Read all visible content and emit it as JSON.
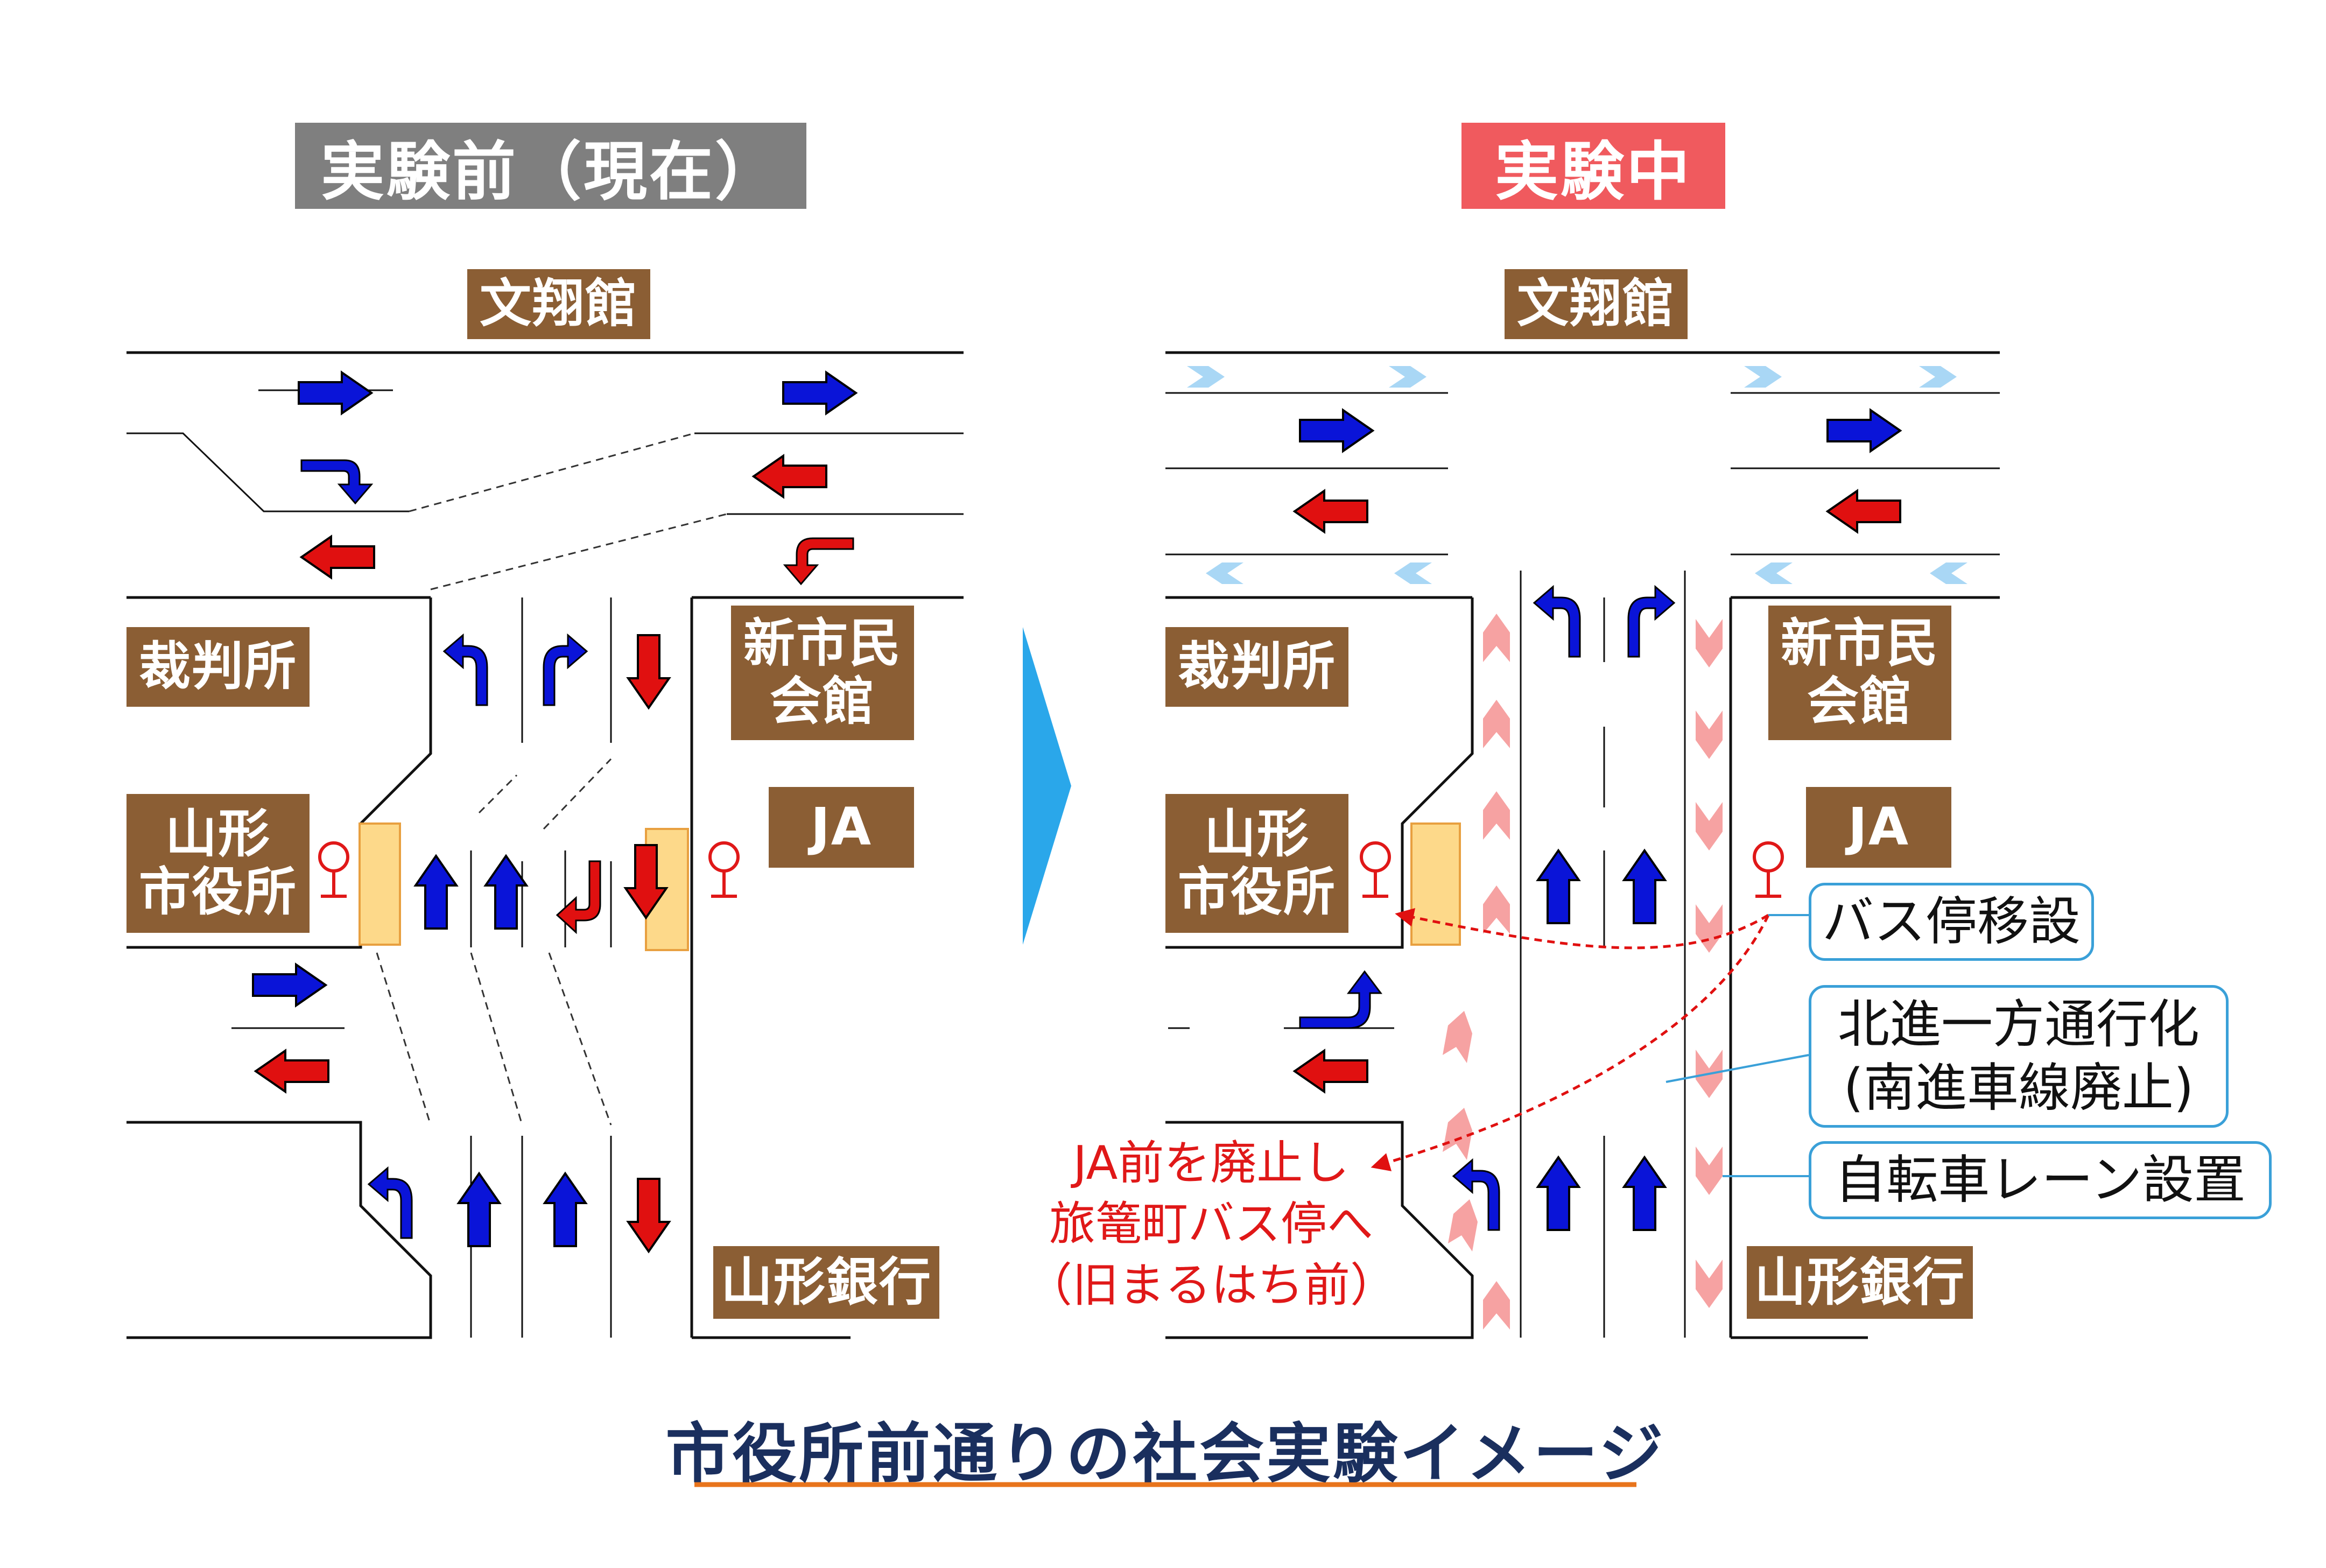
{
  "panels": {
    "before": {
      "heading": "実験前（現在）",
      "heading_bg": "#7f7f7f",
      "places": {
        "top": "文翔館",
        "court": "裁判所",
        "city_hall_line1": "山形",
        "city_hall_line2": "市役所",
        "civic_line1": "新市民",
        "civic_line2": "会館",
        "ja": "JA",
        "bank": "山形銀行"
      }
    },
    "during": {
      "heading": "実験中",
      "heading_bg": "#f05a5e",
      "places": {
        "top": "文翔館",
        "court": "裁判所",
        "city_hall_line1": "山形",
        "city_hall_line2": "市役所",
        "civic_line1": "新市民",
        "civic_line2": "会館",
        "ja": "JA",
        "bank": "山形銀行"
      },
      "callouts": {
        "bus_stop_move": "バス停移設",
        "one_way_line1": "北進一方通行化",
        "one_way_line2": "(南進車線廃止)",
        "bike_lane": "自転車レーン設置"
      },
      "note_lines": [
        "JA前を廃止し",
        "旅篭町バス停へ",
        "（旧まるはち前）"
      ]
    }
  },
  "caption": "市役所前通りの社会実験イメージ",
  "colors": {
    "place_bg": "#8b5e34",
    "arrow_blue": "#0a14d8",
    "arrow_red": "#e01010",
    "bus_stop": "#fdd98a",
    "bike_chevron": "#f6a2a2",
    "road_chevron": "#a9d7f5",
    "transition_arrow": "#2aa7ea",
    "callout_border": "#3aa0d8",
    "caption_text": "#1a2f5e",
    "caption_underline": "#e8741c"
  },
  "icons": [
    "arrow-straight",
    "arrow-turn-left",
    "arrow-turn-right",
    "bus-stop-icon",
    "chevron-icon",
    "transition-arrow-icon"
  ]
}
